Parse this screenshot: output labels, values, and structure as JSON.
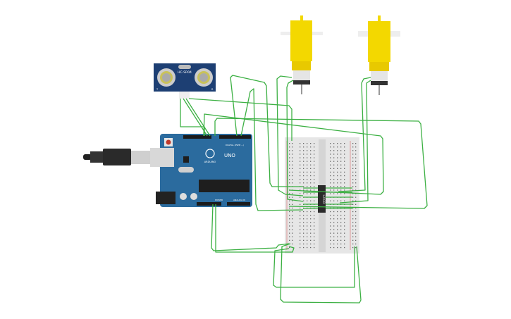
{
  "sensor": {
    "label": "HC-SR04",
    "pin_left": "T",
    "pin_right": "R"
  },
  "arduino": {
    "brand": "ARDUINO",
    "model": "UNO",
    "digital_label": "DIGITAL (PWM ~)",
    "power_label": "POWER",
    "analog_label": "ANALOG IN"
  },
  "chip": {
    "label": "L293D"
  },
  "colors": {
    "wire": "#3cb043",
    "arduino": "#2b6b9e",
    "motor": "#f3d800",
    "breadboard": "#e6e6e6"
  }
}
